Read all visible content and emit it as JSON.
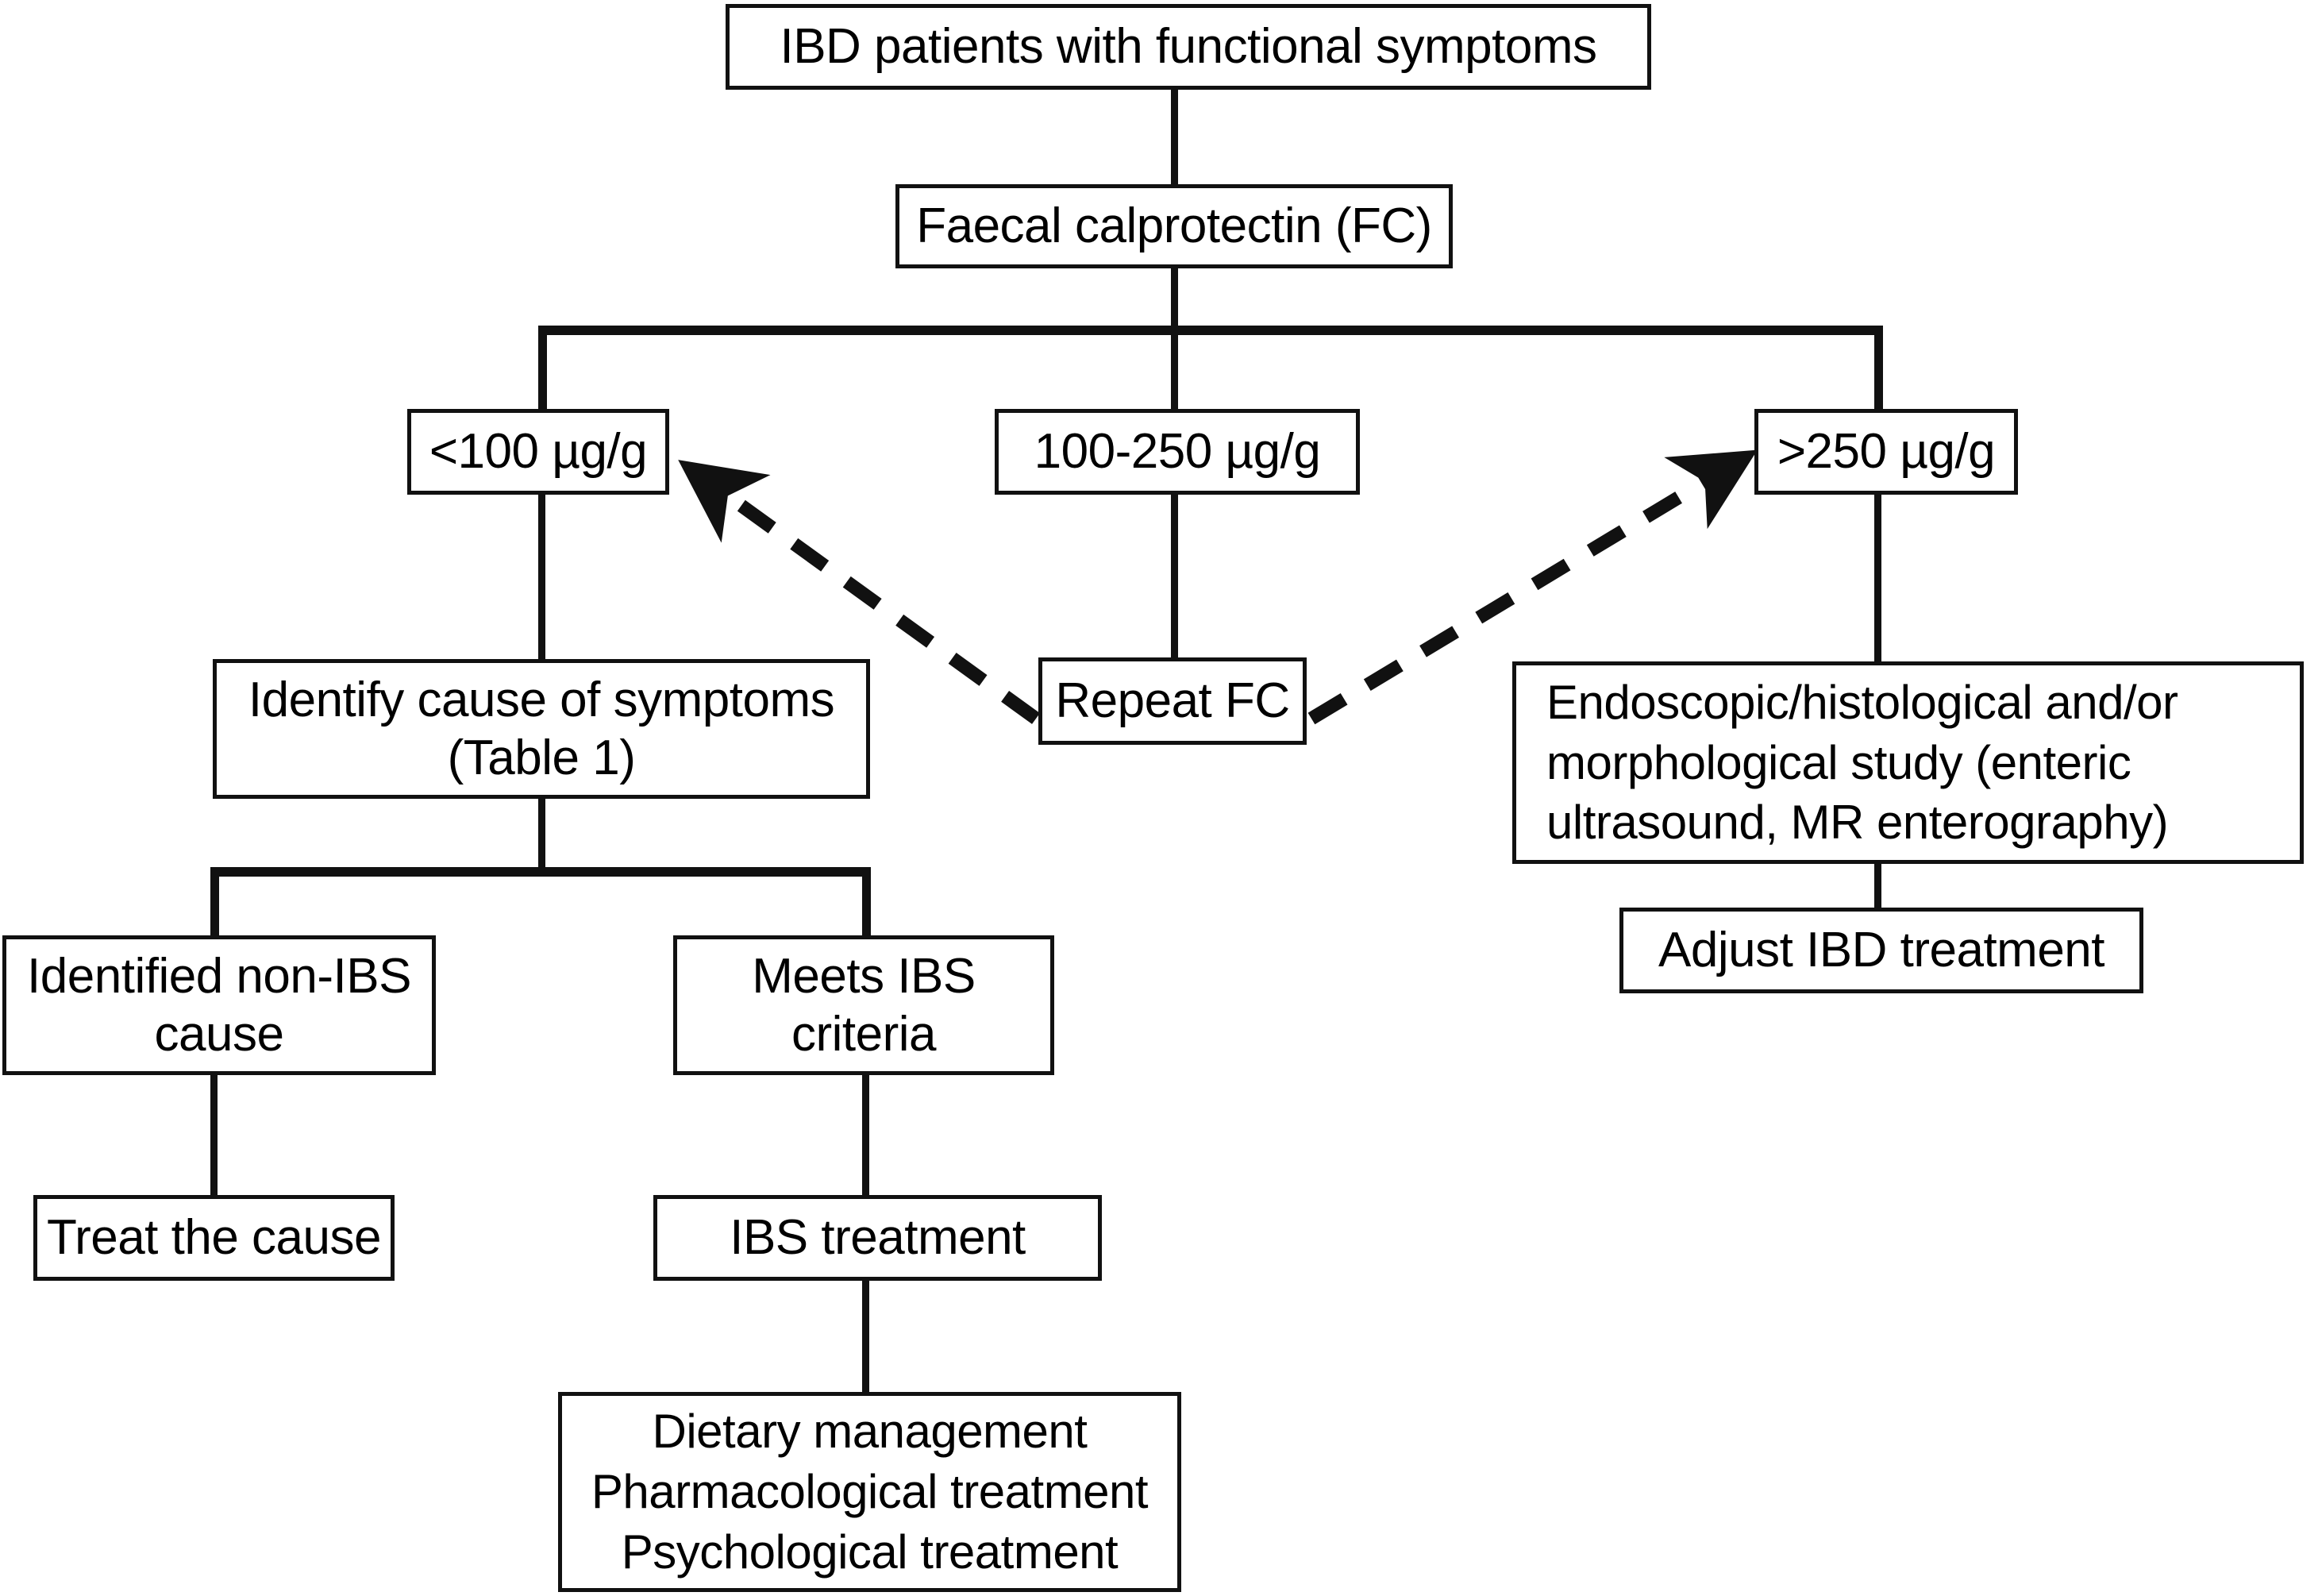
{
  "diagram": {
    "title": "IBD patients with functional symptoms algorithm",
    "type": "flowchart",
    "background_color": "#ffffff",
    "line_color": "#111111",
    "text_color": "#000000",
    "nodes": {
      "root": "IBD patients with functional symptoms",
      "fc_test": "Faecal calprotectin (FC)",
      "fc_low": "<100 µg/g",
      "fc_mid": "100-250 µg/g",
      "fc_high": ">250 µg/g",
      "identify_cause": "Identify cause of symptoms\n(Table 1)",
      "repeat_fc": "Repeat FC",
      "endoscopic": "Endoscopic/histological and/or\nmorphological study (enteric\nultrasound, MR enterography)",
      "adjust_treatment": "Adjust IBD treatment",
      "non_ibs_cause": "Identified non-IBS\ncause",
      "ibs_criteria": "Meets IBS\ncriteria",
      "treat_cause": "Treat the cause",
      "ibs_treatment": "IBS treatment",
      "ibs_modalities": "Dietary management\nPharmacological treatment\nPsychological treatment"
    },
    "edges": [
      {
        "from": "root",
        "to": "fc_test",
        "style": "solid"
      },
      {
        "from": "fc_test",
        "to": "fc_low",
        "style": "solid"
      },
      {
        "from": "fc_test",
        "to": "fc_mid",
        "style": "solid"
      },
      {
        "from": "fc_test",
        "to": "fc_high",
        "style": "solid"
      },
      {
        "from": "fc_low",
        "to": "identify_cause",
        "style": "solid"
      },
      {
        "from": "fc_mid",
        "to": "repeat_fc",
        "style": "solid"
      },
      {
        "from": "fc_high",
        "to": "endoscopic",
        "style": "solid"
      },
      {
        "from": "endoscopic",
        "to": "adjust_treatment",
        "style": "solid"
      },
      {
        "from": "repeat_fc",
        "to": "fc_low",
        "style": "dashed-arrow"
      },
      {
        "from": "repeat_fc",
        "to": "fc_high",
        "style": "dashed-arrow"
      },
      {
        "from": "identify_cause",
        "to": "non_ibs_cause",
        "style": "solid"
      },
      {
        "from": "identify_cause",
        "to": "ibs_criteria",
        "style": "solid"
      },
      {
        "from": "non_ibs_cause",
        "to": "treat_cause",
        "style": "solid"
      },
      {
        "from": "ibs_criteria",
        "to": "ibs_treatment",
        "style": "solid"
      },
      {
        "from": "ibs_treatment",
        "to": "ibs_modalities",
        "style": "solid"
      }
    ]
  }
}
